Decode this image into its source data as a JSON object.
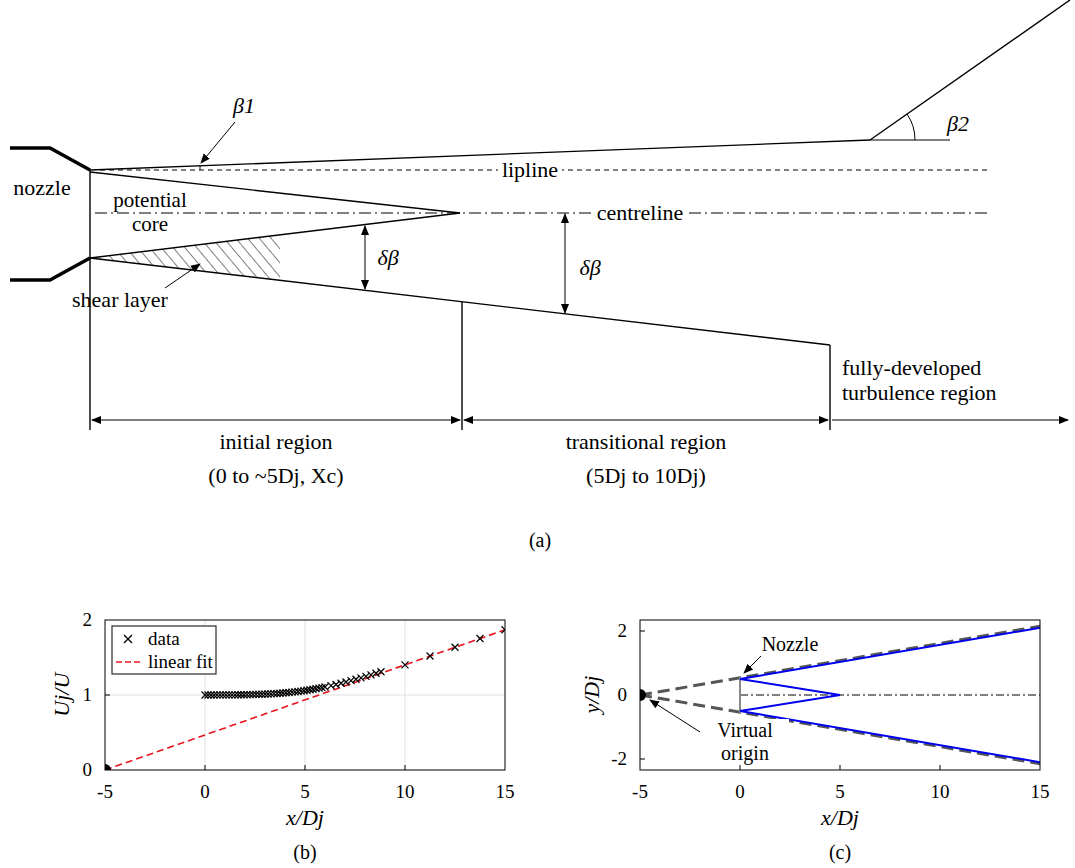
{
  "diagram": {
    "labels": [
      "nozzle",
      "potential core",
      "shear layer",
      "β1",
      "β2",
      "lipline",
      "centreline",
      "δβ",
      "δβ",
      "initial region",
      "(0 to ~5Dj, Xc)",
      "transitional region",
      "(5Dj to 10Dj)",
      "fully-developed turbulence region",
      "(a)",
      "0",
      "1",
      "2",
      "-5",
      "0",
      "5",
      "10",
      "15",
      "Uj/U",
      "x/Dj",
      "(b)",
      "-2",
      "0",
      "2",
      "-5",
      "0",
      "5",
      "10",
      "15",
      "y/Dj",
      "x/Dj",
      "Nozzle",
      "Virtual origin",
      "(c)"
    ],
    "legend": [
      {
        "text": "data"
      },
      {
        "text": "linear fit"
      }
    ]
  }
}
